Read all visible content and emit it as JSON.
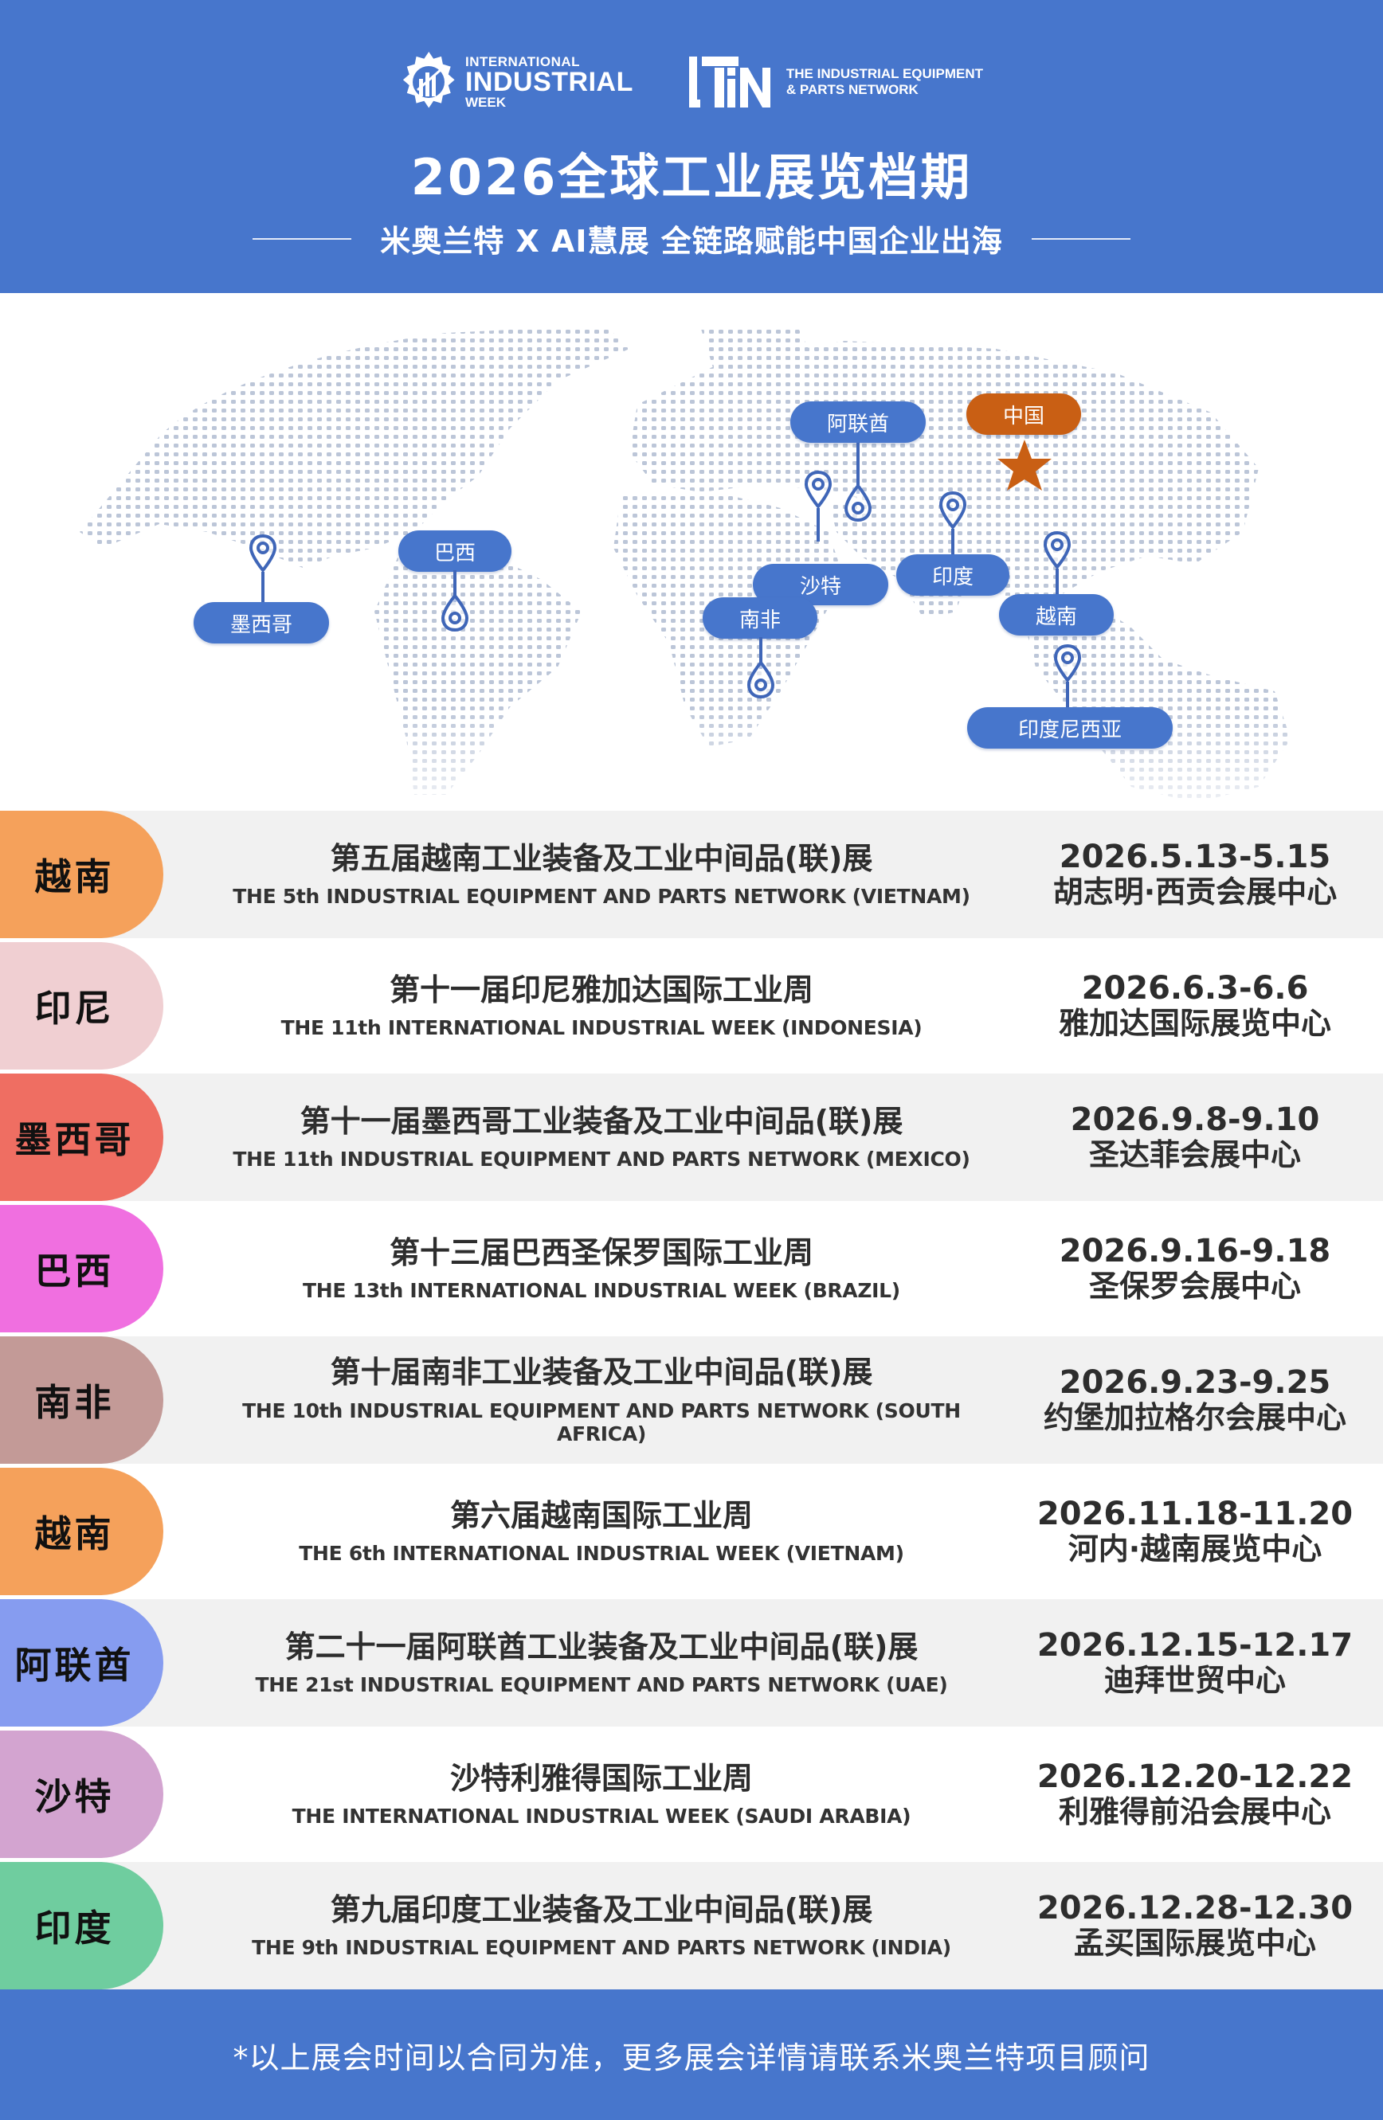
{
  "header": {
    "logo_left": {
      "line1": "INTERNATIONAL",
      "line2": "INDUSTRIAL",
      "line3": "WEEK"
    },
    "logo_right": {
      "mark": "TIN",
      "line1": "THE INDUSTRIAL EQUIPMENT",
      "line2": "& PARTS NETWORK"
    },
    "title": "2026全球工业展览档期",
    "subtitle": "米奥兰特 X AI慧展  全链路赋能中国企业出海"
  },
  "map": {
    "labels": {
      "mexico": "墨西哥",
      "brazil": "巴西",
      "uae": "阿联酋",
      "china": "中国",
      "saudi": "沙特",
      "india": "印度",
      "south_africa": "南非",
      "vietnam": "越南",
      "indonesia": "印度尼西亚"
    },
    "colors": {
      "label": "#4776cc",
      "china": "#c95f14",
      "dots": "#c2cad8"
    }
  },
  "schedule": [
    {
      "country": "越南",
      "tab_color": "#f5a15b",
      "name_zh": "第五届越南工业装备及工业中间品(联)展",
      "name_en": "THE 5th INDUSTRIAL EQUIPMENT AND PARTS NETWORK (VIETNAM)",
      "date": "2026.5.13-5.15",
      "venue": "胡志明·西贡会展中心"
    },
    {
      "country": "印尼",
      "tab_color": "#f0cfd2",
      "name_zh": "第十一届印尼雅加达国际工业周",
      "name_en": "THE 11th INTERNATIONAL INDUSTRIAL WEEK (INDONESIA)",
      "date": "2026.6.3-6.6",
      "venue": "雅加达国际展览中心"
    },
    {
      "country": "墨西哥",
      "tab_color": "#ef6e62",
      "name_zh": "第十一届墨西哥工业装备及工业中间品(联)展",
      "name_en": "THE 11th INDUSTRIAL EQUIPMENT AND PARTS NETWORK (MEXICO)",
      "date": "2026.9.8-9.10",
      "venue": "圣达菲会展中心"
    },
    {
      "country": "巴西",
      "tab_color": "#f06fe0",
      "name_zh": "第十三届巴西圣保罗国际工业周",
      "name_en": "THE 13th INTERNATIONAL INDUSTRIAL WEEK (BRAZIL)",
      "date": "2026.9.16-9.18",
      "venue": "圣保罗会展中心"
    },
    {
      "country": "南非",
      "tab_color": "#c39a97",
      "name_zh": "第十届南非工业装备及工业中间品(联)展",
      "name_en": "THE 10th INDUSTRIAL EQUIPMENT AND PARTS NETWORK (SOUTH AFRICA)",
      "date": "2026.9.23-9.25",
      "venue": "约堡加拉格尔会展中心"
    },
    {
      "country": "越南",
      "tab_color": "#f5a15b",
      "name_zh": "第六届越南国际工业周",
      "name_en": "THE 6th INTERNATIONAL INDUSTRIAL WEEK (VIETNAM)",
      "date": "2026.11.18-11.20",
      "venue": "河内·越南展览中心"
    },
    {
      "country": "阿联酋",
      "tab_color": "#869cf0",
      "name_zh": "第二十一届阿联酋工业装备及工业中间品(联)展",
      "name_en": "THE 21st INDUSTRIAL EQUIPMENT AND PARTS NETWORK (UAE)",
      "date": "2026.12.15-12.17",
      "venue": "迪拜世贸中心"
    },
    {
      "country": "沙特",
      "tab_color": "#d3a4d0",
      "name_zh": "沙特利雅得国际工业周",
      "name_en": "THE INTERNATIONAL INDUSTRIAL WEEK (SAUDI ARABIA)",
      "date": "2026.12.20-12.22",
      "venue": "利雅得前沿会展中心"
    },
    {
      "country": "印度",
      "tab_color": "#6fcd9f",
      "name_zh": "第九届印度工业装备及工业中间品(联)展",
      "name_en": "THE 9th INDUSTRIAL EQUIPMENT AND PARTS NETWORK (INDIA)",
      "date": "2026.12.28-12.30",
      "venue": "孟买国际展览中心"
    }
  ],
  "footer": {
    "note": "*以上展会时间以合同为准，更多展会详情请联系米奥兰特项目顾问"
  },
  "colors": {
    "header_bg": "#4776cc",
    "row_shade": "#f1f1f1",
    "text": "#2d2d2d"
  }
}
